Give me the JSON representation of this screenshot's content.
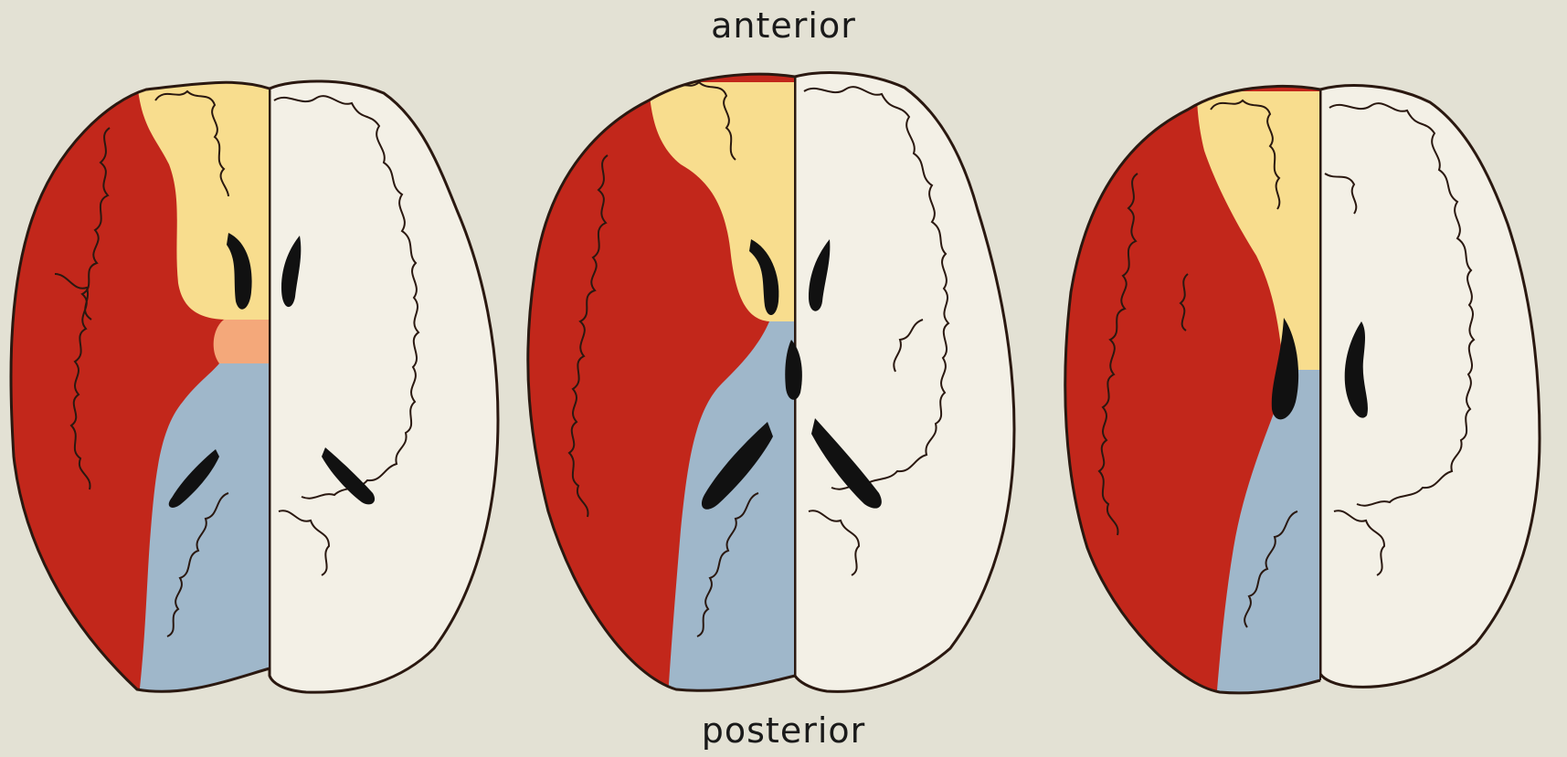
{
  "labels": {
    "top": "anterior",
    "bottom": "posterior"
  },
  "colors": {
    "background": "#e3e1d4",
    "red_region": "#c2271b",
    "yellow_region": "#f8dd8e",
    "blue_region": "#9fb7ca",
    "orange_region": "#f4a87a",
    "white_hemisphere": "#f3f0e6",
    "ventricle": "#111111",
    "outline": "#2a1810"
  },
  "brains": [
    {
      "id": "brain-1",
      "regions": [
        "red",
        "yellow",
        "orange",
        "blue",
        "white"
      ]
    },
    {
      "id": "brain-2",
      "regions": [
        "red",
        "yellow",
        "blue",
        "white"
      ]
    },
    {
      "id": "brain-3",
      "regions": [
        "red",
        "yellow",
        "blue",
        "white"
      ]
    }
  ]
}
